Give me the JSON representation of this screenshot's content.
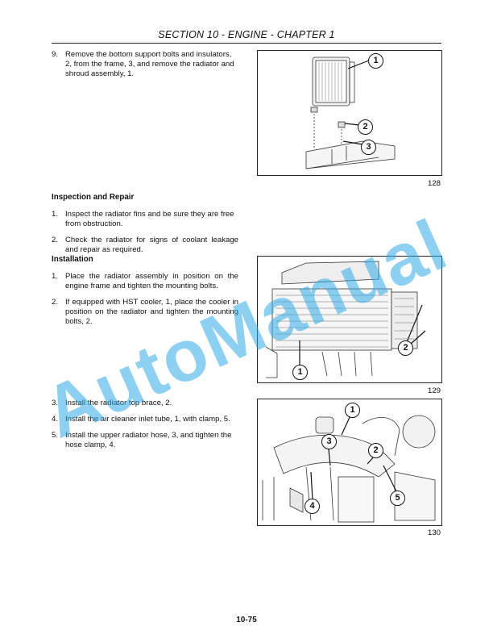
{
  "header": {
    "title": "SECTION 10 - ENGINE - CHAPTER 1"
  },
  "step9": {
    "num": "9.",
    "text": "Remove the bottom support bolts and insulators, 2, from the frame, 3, and remove the radiator and shroud assembly, 1."
  },
  "inspection": {
    "heading": "Inspection and Repair",
    "items": [
      {
        "num": "1.",
        "text": "Inspect the radiator fins and be sure they are free from obstruction."
      },
      {
        "num": "2.",
        "text": "Check the radiator for signs of coolant leakage and repair as required."
      }
    ]
  },
  "installation": {
    "heading": "Installation",
    "items": [
      {
        "num": "1.",
        "text": "Place the radiator assembly in position on the engine frame and tighten the mounting bolts."
      },
      {
        "num": "2.",
        "text": "If equipped with HST cooler, 1, place the cooler in position on the radiator and tighten the mounting bolts, 2."
      }
    ]
  },
  "installation2": {
    "items": [
      {
        "num": "3.",
        "text": "Install the radiator top brace, 2."
      },
      {
        "num": "4.",
        "text": "Install the air cleaner inlet tube, 1, with clamp, 5."
      },
      {
        "num": "5.",
        "text": "Install the upper radiator hose, 3, and tighten the hose clamp, 4."
      }
    ]
  },
  "figures": {
    "fig128": {
      "number": "128",
      "callouts": [
        "1",
        "2",
        "3"
      ]
    },
    "fig129": {
      "number": "129",
      "callouts": [
        "2",
        "1"
      ]
    },
    "fig130": {
      "number": "130",
      "callouts": [
        "1",
        "3",
        "2",
        "5",
        "4"
      ]
    }
  },
  "watermark": "AutoManual",
  "footer": {
    "page": "10-75"
  }
}
